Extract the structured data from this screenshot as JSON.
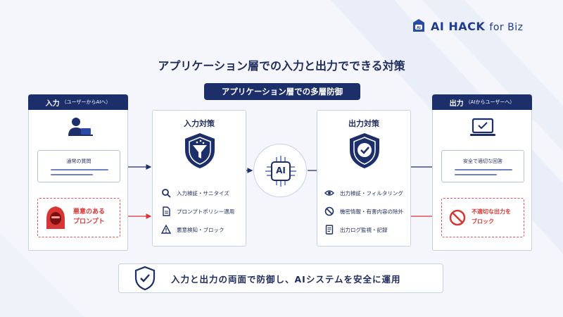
{
  "brand": {
    "name": "AI HACK",
    "suffix": "for Biz"
  },
  "title": "アプリケーション層での入力と出力でできる対策",
  "center_banner": "アプリケーション層での多層防御",
  "input_panel": {
    "header": "入力",
    "header_sub": "（ユーザーからAIへ）",
    "normal_bubble": "通常の質問",
    "malicious_line1": "悪意のある",
    "malicious_line2": "プロンプト"
  },
  "input_card": {
    "title": "入力対策",
    "items": [
      "入力検証・サニタイズ",
      "プロンプトポリシー適用",
      "悪意検知・ブロック"
    ]
  },
  "ai_chip": {
    "label": "AI"
  },
  "output_card": {
    "title": "出力対策",
    "items": [
      "出力検証・フィルタリング",
      "機密情報・有害内容の除外",
      "出力ログ監視・記録"
    ]
  },
  "output_panel": {
    "header": "出力",
    "header_sub": "（AIからユーザーへ）",
    "safe_bubble": "安全で適切な回答",
    "blocked_line1": "不適切な出力を",
    "blocked_line2": "ブロック"
  },
  "bottom_banner": "入力と出力の両面で防御し、AIシステムを安全に運用",
  "colors": {
    "navy": "#1d2f6b",
    "accent": "#2a4aa8",
    "danger": "#d93535"
  }
}
